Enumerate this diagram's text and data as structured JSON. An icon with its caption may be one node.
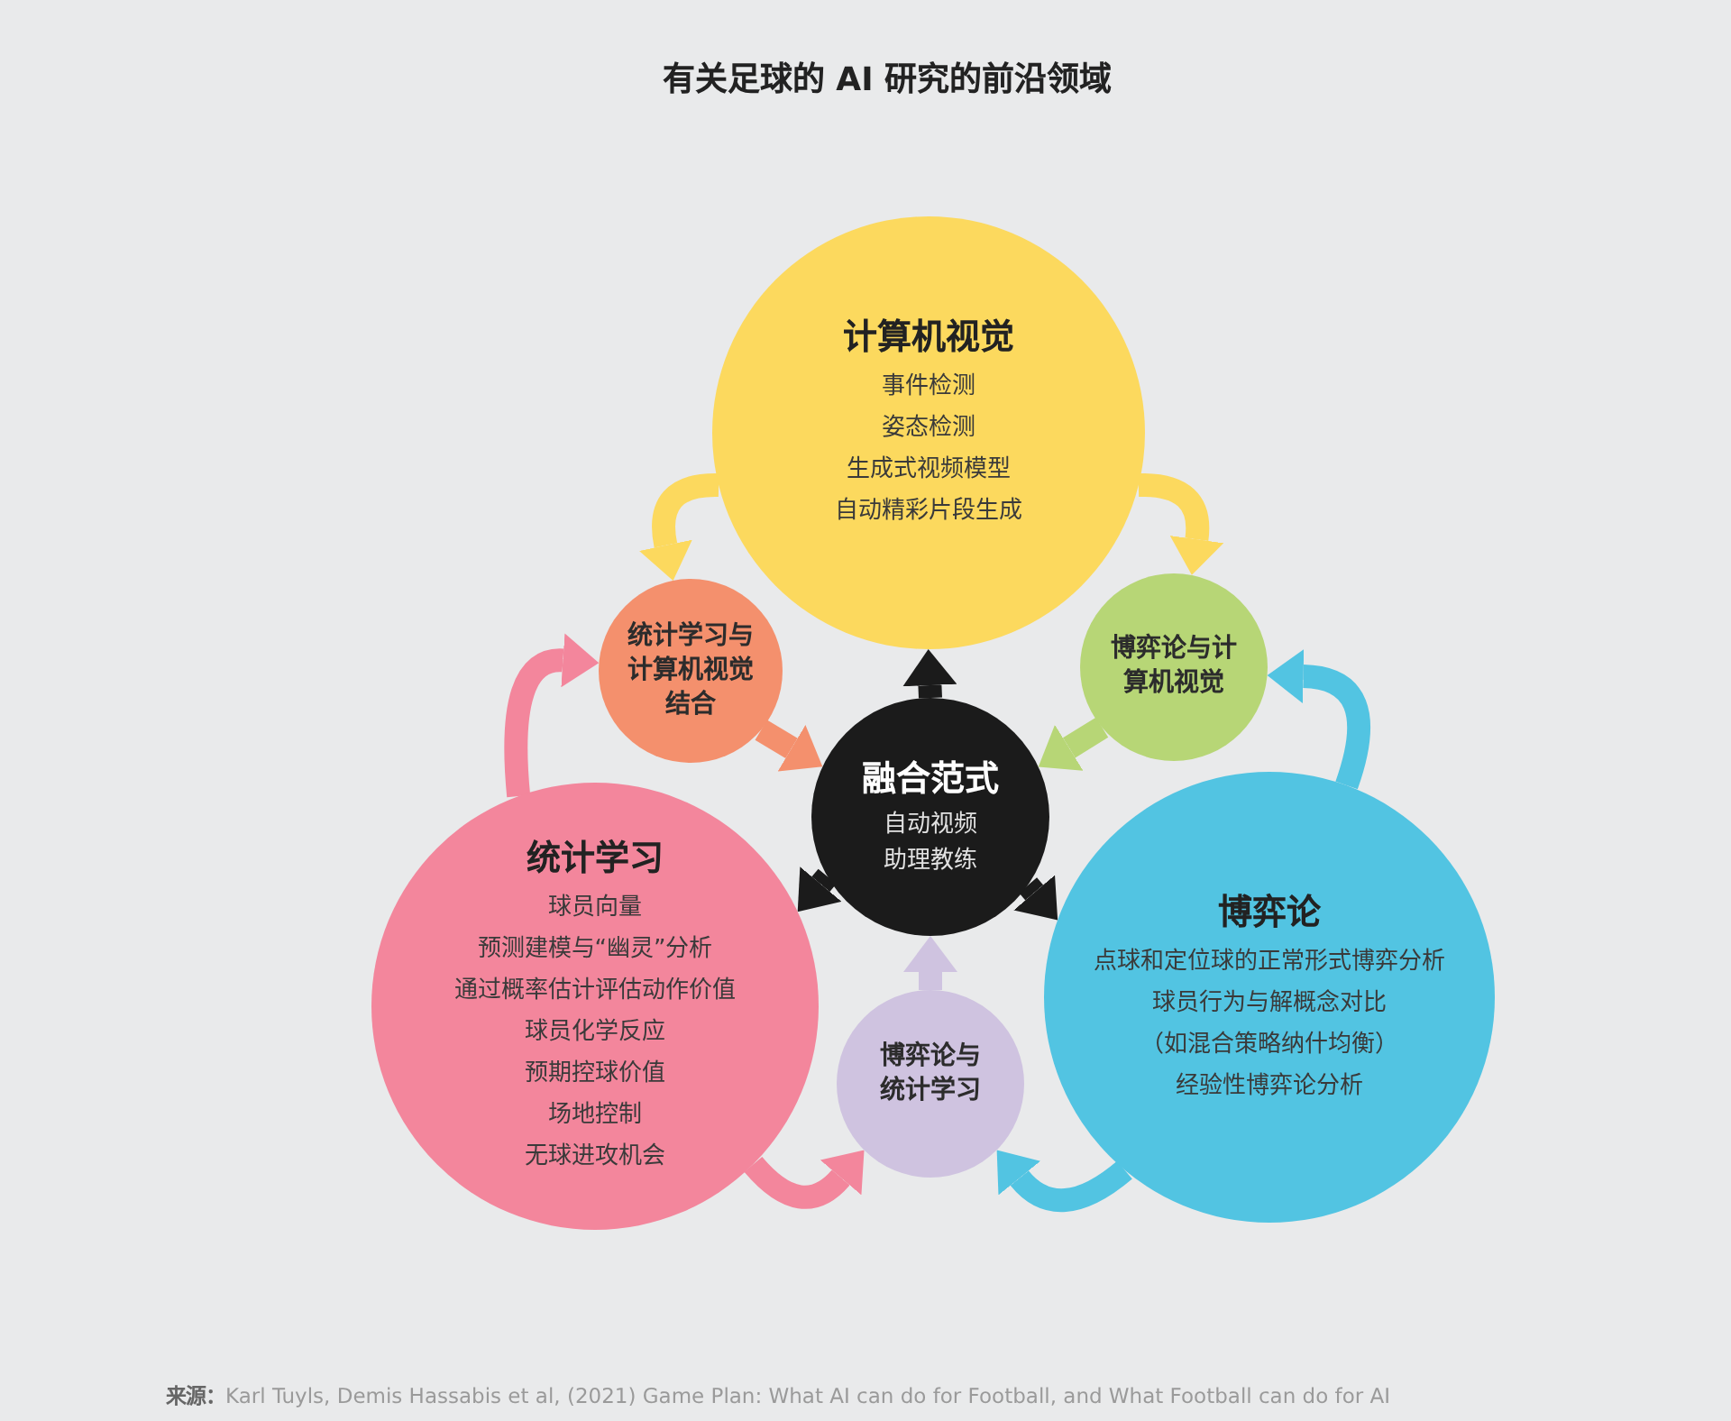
{
  "diagram": {
    "title": "有关足球的 AI 研究的前沿领域",
    "nodes": [
      {
        "text": [
          "计算机视觉",
          "事件检测",
          "姿态检测",
          "生成式视频模型",
          "自动精彩片段生成"
        ]
      },
      {
        "text": [
          "统计学习与计算机视觉结合"
        ]
      },
      {
        "text": [
          "博弈论与计算机视觉"
        ]
      },
      {
        "text": [
          "融合范式",
          "自动视频",
          "助理教练"
        ]
      },
      {
        "text": [
          "统计学习",
          "球员向量",
          "预测建模与“幽灵”分析",
          "通过概率估计评估动作价值",
          "球员化学反应",
          "预期控球价值",
          "场地控制",
          "无球进攻机会"
        ]
      },
      {
        "text": [
          "博弈论与统计学习"
        ]
      },
      {
        "text": [
          "博弈论",
          "点球和定位球的正常形式博弈分析",
          "球员行为与解概念对比",
          "（如混合策略纳什均衡）",
          "经验性博弈论分析"
        ]
      }
    ],
    "edges": [
      {
        "from": 0,
        "to": 1,
        "arrow": "to",
        "color": "#fcd95e"
      },
      {
        "from": 0,
        "to": 2,
        "arrow": "to",
        "color": "#fcd95e"
      },
      {
        "from": 1,
        "to": 3,
        "arrow": "to",
        "color": "#f4906d"
      },
      {
        "from": 2,
        "to": 3,
        "arrow": "to",
        "color": "#b7d676"
      },
      {
        "from": 4,
        "to": 1,
        "arrow": "to",
        "color": "#f3869c"
      },
      {
        "from": 4,
        "to": 5,
        "arrow": "to",
        "color": "#f3869c"
      },
      {
        "from": 6,
        "to": 2,
        "arrow": "to",
        "color": "#52c4e2"
      },
      {
        "from": 6,
        "to": 5,
        "arrow": "to",
        "color": "#52c4e2"
      },
      {
        "from": 5,
        "to": 3,
        "arrow": "to",
        "color": "#cfc3e0"
      },
      {
        "from": 3,
        "to": 0,
        "arrow": "to",
        "color": "#1b1b1b"
      },
      {
        "from": 3,
        "to": 4,
        "arrow": "to",
        "color": "#1b1b1b"
      },
      {
        "from": 3,
        "to": 6,
        "arrow": "to",
        "color": "#1b1b1b"
      }
    ],
    "labels": [
      "**来源：**Karl Tuyls, Demis Hassabis et al, (2021) Game Plan: What AI can do for Football, and What Football can do for AI"
    ]
  }
}
